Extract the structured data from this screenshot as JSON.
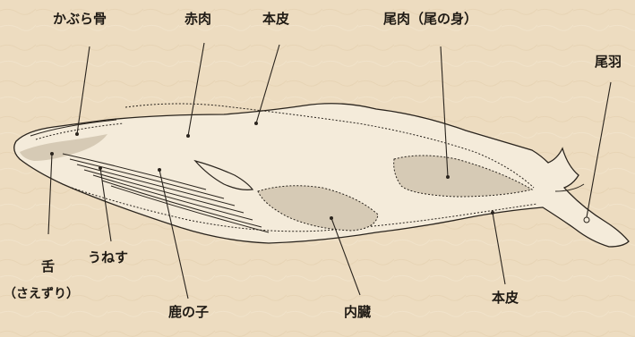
{
  "labels": {
    "kaburabone": "かぶら骨",
    "akaniku": "赤肉",
    "honkawa_top": "本皮",
    "oniku": "尾肉（尾の身）",
    "obane": "尾羽",
    "shita": "舌",
    "saezuri": "（さえずり）",
    "unesu": "うねす",
    "kanoko": "鹿の子",
    "naizou": "内臓",
    "honkawa_bottom": "本皮"
  },
  "colors": {
    "background": "#eddcc0",
    "body_fill": "#f4ebda",
    "region_fill": "#d6cab5",
    "outline": "#2a241d"
  }
}
